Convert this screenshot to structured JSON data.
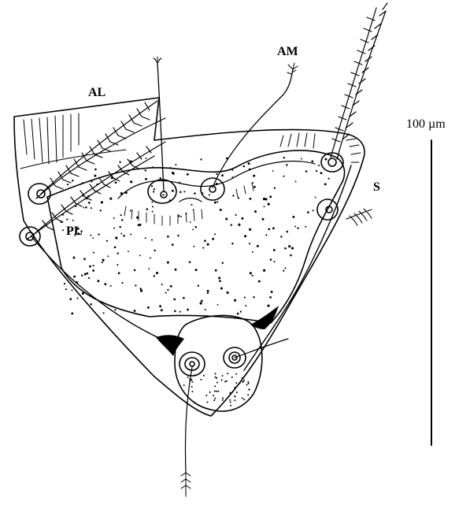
{
  "labels": {
    "al": "AL",
    "am": "AM",
    "pl": "PL",
    "s": "S"
  },
  "scale_bar": {
    "text": "100 µm"
  },
  "colors": {
    "ink": "#000000",
    "background": "#ffffff"
  }
}
